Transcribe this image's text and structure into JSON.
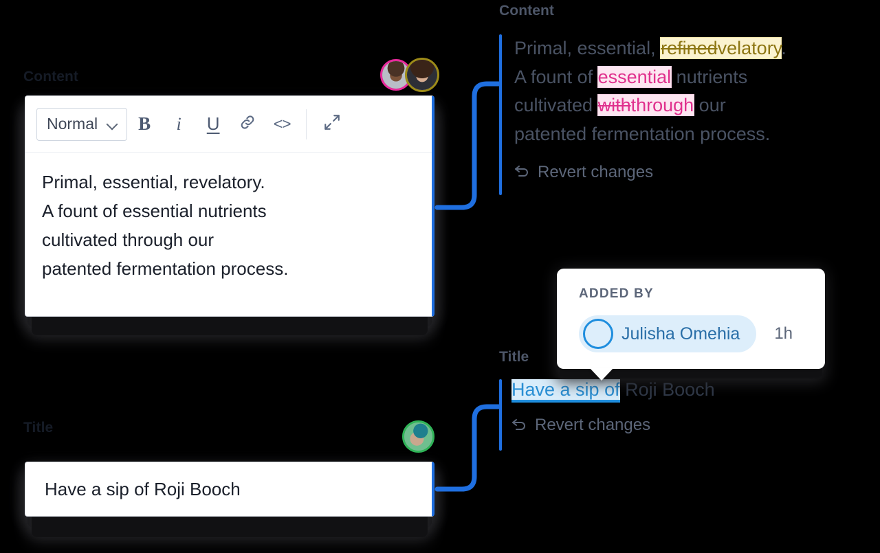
{
  "labels": {
    "content_left": "Content",
    "content_right": "Content",
    "title_left": "Title",
    "title_right": "Title"
  },
  "editor": {
    "style_select_value": "Normal",
    "toolbar": {
      "bold": "B",
      "italic": "i",
      "underline": "U",
      "link_icon": "link-icon",
      "code": "<>",
      "expand_icon": "expand-icon"
    },
    "body_lines": [
      "Primal, essential, revelatory.",
      "A fount of essential nutrients",
      "cultivated through our",
      "patented fermentation process."
    ]
  },
  "title_field": {
    "value": "Have a sip of Roji Booch"
  },
  "diff_content": {
    "line1_prefix": "Primal, essential, ",
    "line1_deleted": "refined",
    "line1_inserted": "velatory",
    "line1_suffix": ".",
    "line2_prefix": "A fount of ",
    "line2_inserted": "essential",
    "line2_suffix": " nutrients",
    "line3_prefix": "cultivated ",
    "line3_deleted": "with",
    "line3_inserted": "through",
    "line3_suffix": " our",
    "line4": "patented fermentation process.",
    "revert_label": "Revert changes",
    "revert_icon": "undo-arrow-icon"
  },
  "diff_title": {
    "inserted": "Have a sip of",
    "rest": "Roji Booch",
    "revert_label": "Revert changes",
    "revert_icon": "undo-arrow-icon"
  },
  "tooltip": {
    "heading": "ADDED BY",
    "user_name": "Julisha Omehia",
    "timestamp": "1h",
    "avatar_icon": "user-avatar"
  },
  "avatars": {
    "content_a": "collaborator-avatar-pink",
    "content_b": "collaborator-avatar-gold",
    "title_a": "collaborator-avatar-green"
  },
  "colors": {
    "accent_blue": "#1f6fe0",
    "insert_pink": "#e0308d",
    "insert_yellow": "#8d7613",
    "insert_blue": "#2a8fd4",
    "background": "#000000"
  }
}
